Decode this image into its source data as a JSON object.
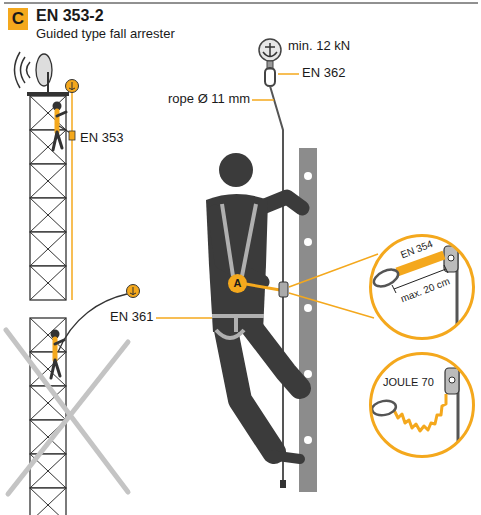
{
  "diagram": {
    "title": "EN 353-2",
    "nodes": [
      {
        "text": [
          "C"
        ]
      },
      {
        "text": [
          "A"
        ]
      },
      {
        "text": [
          "EN 354",
          "max. 20 cm"
        ]
      },
      {
        "text": [
          "JOULE 70"
        ]
      }
    ],
    "labels": [
      "Guided type fall arrester",
      "EN 353",
      "min. 12 kN",
      "EN 362",
      "rope Ø 11 mm",
      "EN 361"
    ]
  }
}
